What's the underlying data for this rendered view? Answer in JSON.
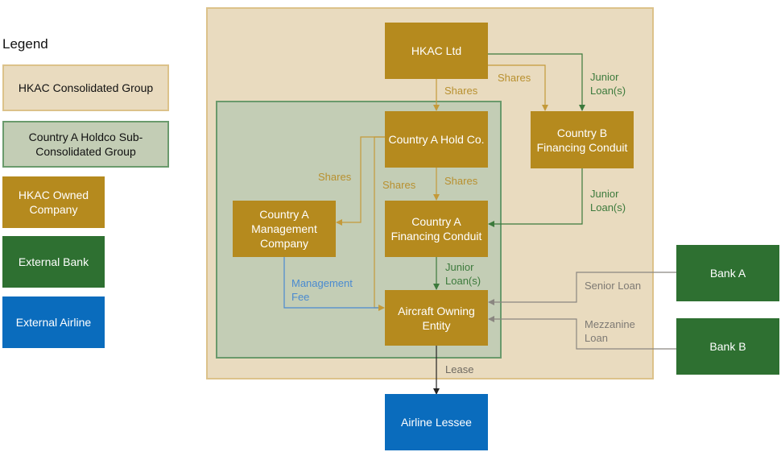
{
  "legend": {
    "title": "Legend",
    "items": [
      {
        "label": "HKAC Consolidated Group",
        "color": "#e9dbbf"
      },
      {
        "label": "Country A Holdco Sub-Consolidated Group",
        "color": "#c3cdb5"
      },
      {
        "label": "HKAC Owned Company",
        "color": "#b58a1e"
      },
      {
        "label": "External Bank",
        "color": "#2e7031"
      },
      {
        "label": "External Airline",
        "color": "#0a6cbd"
      }
    ]
  },
  "nodes": {
    "hkac_ltd": "HKAC Ltd",
    "country_a_holdco": "Country A Hold Co.",
    "country_b_conduit": "Country B Financing Conduit",
    "country_a_mgmt": "Country A Management Company",
    "country_a_conduit": "Country A Financing Conduit",
    "aircraft_owning": "Aircraft Owning Entity",
    "bank_a": "Bank A",
    "bank_b": "Bank B",
    "airline_lessee": "Airline Lessee"
  },
  "edge_labels": {
    "hkac_to_holdco": "Shares",
    "hkac_to_condb": "Shares",
    "hkac_to_condb_loan": "Junior Loan(s)",
    "holdco_to_mgmt": "Shares",
    "holdco_to_aoe": "Shares",
    "holdco_to_conda": "Shares",
    "condb_to_conda": "Junior Loan(s)",
    "conda_to_aoe": "Junior Loan(s)",
    "mgmt_fee": "Management Fee",
    "bank_a_loan": "Senior Loan",
    "bank_b_loan": "Mezzanine Loan",
    "lease": "Lease"
  },
  "colors": {
    "shares": "#c49a3a",
    "junior_loan": "#3c7a3c",
    "bank_loan": "#8a8680",
    "mgmt_fee": "#4a8ad0",
    "lease": "#222222"
  }
}
